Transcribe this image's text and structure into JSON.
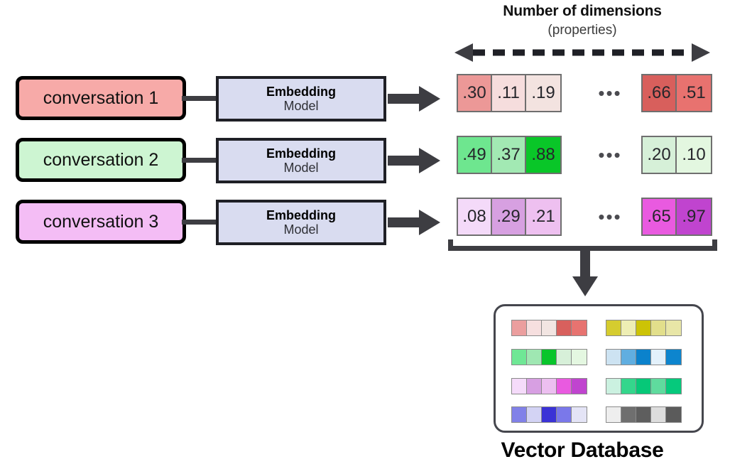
{
  "header": {
    "title": "Number of dimensions",
    "subtitle": "(properties)",
    "arrow_icon": "double-headed-dashed-arrow-icon"
  },
  "pipeline": {
    "rows": [
      {
        "conversation_label": "conversation 1",
        "conversation_fill": "#f7aaa8",
        "model_title": "Embedding",
        "model_subtitle": "Model",
        "ellipsis": "•••",
        "left_cells": [
          {
            "value": ".30",
            "fill": "#ec9897"
          },
          {
            "value": ".11",
            "fill": "#f6dddd"
          },
          {
            "value": ".19",
            "fill": "#f3e3e0"
          }
        ],
        "right_cells": [
          {
            "value": ".66",
            "fill": "#d85f5c"
          },
          {
            "value": ".51",
            "fill": "#e8726f"
          }
        ]
      },
      {
        "conversation_label": "conversation 2",
        "conversation_fill": "#cdf5d2",
        "model_title": "Embedding",
        "model_subtitle": "Model",
        "ellipsis": "•••",
        "left_cells": [
          {
            "value": ".49",
            "fill": "#6ee68f"
          },
          {
            "value": ".37",
            "fill": "#a2e9b3"
          },
          {
            "value": ".88",
            "fill": "#09c628"
          }
        ],
        "right_cells": [
          {
            "value": ".20",
            "fill": "#d6f0d8"
          },
          {
            "value": ".10",
            "fill": "#e3f7e0"
          }
        ]
      },
      {
        "conversation_label": "conversation 3",
        "conversation_fill": "#f4bdf5",
        "model_title": "Embedding",
        "model_subtitle": "Model",
        "ellipsis": "•••",
        "left_cells": [
          {
            "value": ".08",
            "fill": "#f4daf9"
          },
          {
            "value": ".29",
            "fill": "#d7a0e1"
          },
          {
            "value": ".21",
            "fill": "#eec0f0"
          }
        ],
        "right_cells": [
          {
            "value": ".65",
            "fill": "#e95ae0"
          },
          {
            "value": ".97",
            "fill": "#c044cf"
          }
        ]
      }
    ]
  },
  "database": {
    "label": "Vector Database",
    "arrow_icon": "arrow-down-icon",
    "bracket_icon": "bracket-icon",
    "rows": [
      {
        "swatches": [
          "#eb9e9e",
          "#f6dfdf",
          "#f2e5e2",
          "#d8605d",
          "#e77370"
        ]
      },
      {
        "swatches": [
          "#6fe795",
          "#9fe7b2",
          "#08c52b",
          "#d7f0d9",
          "#e4f7e1"
        ]
      },
      {
        "swatches": [
          "#f5dbfa",
          "#d79fe2",
          "#ecbff0",
          "#e95ae0",
          "#c044cf"
        ]
      },
      {
        "swatches": [
          "#8181e8",
          "#d3d3f4",
          "#3a32d6",
          "#7a78ea",
          "#e4e4f6"
        ]
      },
      {
        "swatches": [
          "#d5cc2f",
          "#eeeeb4",
          "#ccc306",
          "#e2df8b",
          "#e8e6a7"
        ]
      },
      {
        "swatches": [
          "#cde3f2",
          "#60aee0",
          "#0b82cc",
          "#e3f1fb",
          "#0d85ce"
        ]
      },
      {
        "swatches": [
          "#cbf1e0",
          "#34d68c",
          "#06c878",
          "#5fdb9e",
          "#06c97c"
        ]
      },
      {
        "swatches": [
          "#eeeeee",
          "#6f6f6f",
          "#5e5e5e",
          "#dddddd",
          "#5b5b5b"
        ]
      }
    ]
  },
  "colors": {
    "stroke_dark": "#3d3d42",
    "stroke_black": "#000000",
    "model_fill": "#d9dcf0",
    "cell_border": "#6f6f6f"
  }
}
